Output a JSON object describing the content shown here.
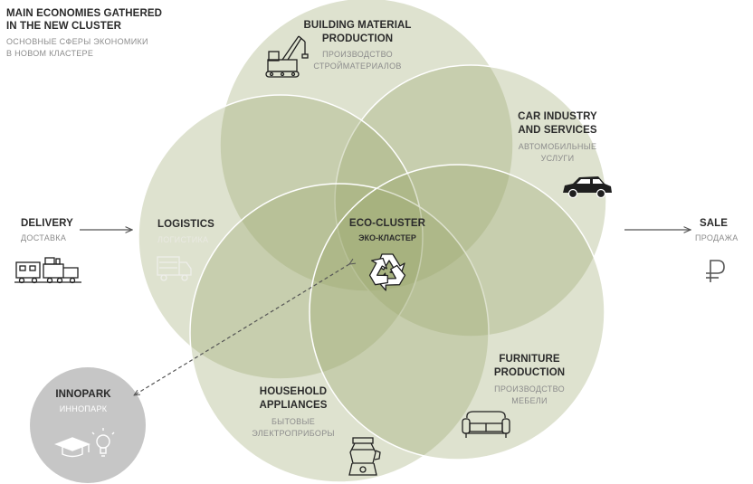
{
  "header": {
    "title_lines": [
      "MAIN ECONOMIES GATHERED",
      "IN THE NEW CLUSTER"
    ],
    "subtitle_lines": [
      "ОСНОВНЫЕ СФЕРЫ ЭКОНОМИКИ",
      "В НОВОМ КЛАСТЕРЕ"
    ]
  },
  "center": {
    "en": "ECO-CLUSTER",
    "ru": "ЭКО-КЛАСТЕР",
    "icon": "recycle-icon"
  },
  "sectors": {
    "building": {
      "en_lines": [
        "BUILDING MATERIAL",
        "PRODUCTION"
      ],
      "ru_lines": [
        "ПРОИЗВОДСТВО",
        "СТРОЙМАТЕРИАЛОВ"
      ],
      "icon": "crane-truck-icon"
    },
    "car": {
      "en_lines": [
        "CAR INDUSTRY",
        "AND SERVICES"
      ],
      "ru_lines": [
        "АВТОМОБИЛЬНЫЕ",
        "УСЛУГИ"
      ],
      "icon": "car-icon"
    },
    "logistics": {
      "en": "LOGISTICS",
      "ru": "ЛОГИСТИКА",
      "icon": "truck-icon"
    },
    "household": {
      "en_lines": [
        "HOUSEHOLD",
        "APPLIANCES"
      ],
      "ru_lines": [
        "БЫТОВЫЕ",
        "ЭЛЕКТРОПРИБОРЫ"
      ],
      "icon": "blender-icon"
    },
    "furniture": {
      "en_lines": [
        "FURNITURE",
        "PRODUCTION"
      ],
      "ru_lines": [
        "ПРОИЗВОДСТВО",
        "МЕБЕЛИ"
      ],
      "icon": "sofa-icon"
    }
  },
  "delivery": {
    "en": "DELIVERY",
    "ru": "ДОСТАВКА",
    "icon": "train-icon"
  },
  "sale": {
    "en": "SALE",
    "ru": "ПРОДАЖА",
    "icon": "ruble-icon"
  },
  "innopark": {
    "en": "INNOPARK",
    "ru": "ИННОПАРК",
    "icon": "graduation-cap-lightbulb-icon"
  },
  "colors": {
    "petal": "#97a469",
    "petal_stroke": "#ffffff",
    "innopark": "#c6c6c6",
    "arrow": "#555555",
    "icon": "#1f1f1f"
  }
}
